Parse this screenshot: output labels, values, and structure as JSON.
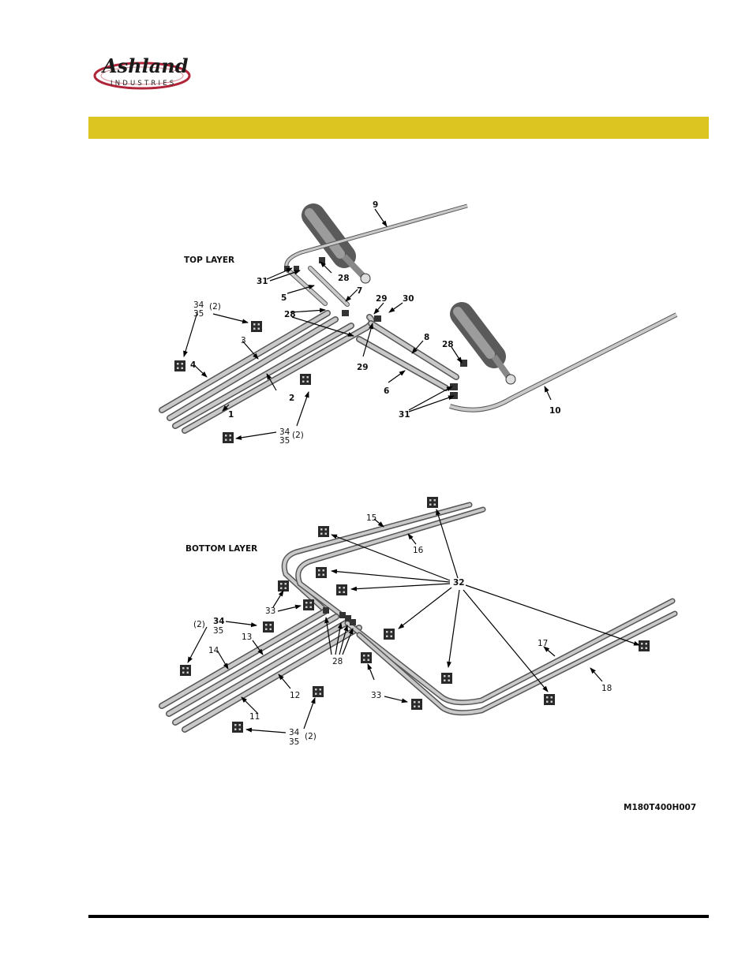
{
  "logo": {
    "brand": "Ashland",
    "subtitle": "INDUSTRIES",
    "colors": {
      "ring": "#b0253a",
      "text": "#1a1a1a"
    }
  },
  "header_bar": {
    "color": "#dcc421"
  },
  "top_layer": {
    "title": "TOP LAYER",
    "callouts": {
      "c1": "1",
      "c2": "2",
      "c3": "3",
      "c4": "4",
      "c5": "5",
      "c6": "6",
      "c7": "7",
      "c8": "8",
      "c9": "9",
      "c10": "10",
      "c28a": "28",
      "c28b": "28",
      "c28c": "28",
      "c29a": "29",
      "c29b": "29",
      "c30": "30",
      "c31a": "31",
      "c31b": "31",
      "c34a": "34",
      "c35a": "35",
      "q2a": "(2)",
      "c34b": "34",
      "c35b": "35",
      "q2b": "(2)"
    }
  },
  "bottom_layer": {
    "title": "BOTTOM LAYER",
    "callouts": {
      "c11": "11",
      "c12": "12",
      "c13": "13",
      "c14": "14",
      "c15": "15",
      "c16": "16",
      "c17": "17",
      "c18": "18",
      "c28": "28",
      "c32": "32",
      "c33a": "33",
      "c33b": "33",
      "c34a": "34",
      "c35a": "35",
      "q2a": "(2)",
      "c34b": "34",
      "c35b": "35",
      "q2b": "(2)"
    }
  },
  "drawing_code": "M180T400H007"
}
